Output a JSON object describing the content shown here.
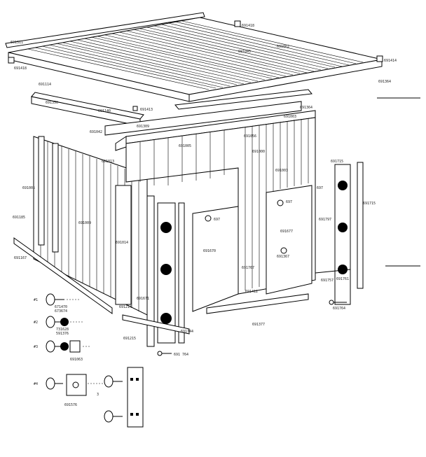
{
  "labels": {
    "roof_left_top": "691311",
    "roof_left_corner": "691418",
    "roof_top_right": "691418",
    "roof_mid_1": "691062",
    "roof_mid_2": "691045",
    "roof_right_corner": "691414",
    "roof_right_end": "691364",
    "roof_ridge": "691364",
    "beam_left": "691114",
    "beam_left_2": "691350",
    "beam_mid": "691140",
    "beam_mid_2": "691413",
    "beam_front": "691042",
    "beam_front_2": "691309",
    "beam_right": "691056",
    "beam_right_2": "691003",
    "wall_left_1": "691005",
    "wall_left_2": "691009",
    "wall_left_3": "691013",
    "wall_left_4": "691014",
    "wall_center": "691005",
    "wall_right": "691003",
    "wall_right_2": "691000",
    "base_left": "691185",
    "base_left_2": "691167",
    "door_left": "691670",
    "door_right": "691677",
    "door_frame": "691715",
    "door_track": "691744",
    "part_rod": "691797",
    "part_rod_2": "691757",
    "part_bottom": "691764",
    "part_pin": "691767",
    "hinge_top": "697",
    "hinge_2": "697",
    "hinge_3": "691367",
    "track_1": "691671",
    "track_2": "691214",
    "track_3": "691412",
    "track_4": "691215",
    "item_1": "#1",
    "item_2": "#2",
    "item_3": "#3",
    "item_4": "#4",
    "screw_1a": "671470",
    "screw_1b": "673674",
    "screw_2a": "731628",
    "screw_2b": "591376",
    "washer_3": "691063",
    "plate_4": "691576",
    "plate_5": "3",
    "bracket_label": "691 764",
    "right_label_1": "691715",
    "right_label_2": "697",
    "right_label_3": "691761",
    "right_label_4": "691377"
  }
}
